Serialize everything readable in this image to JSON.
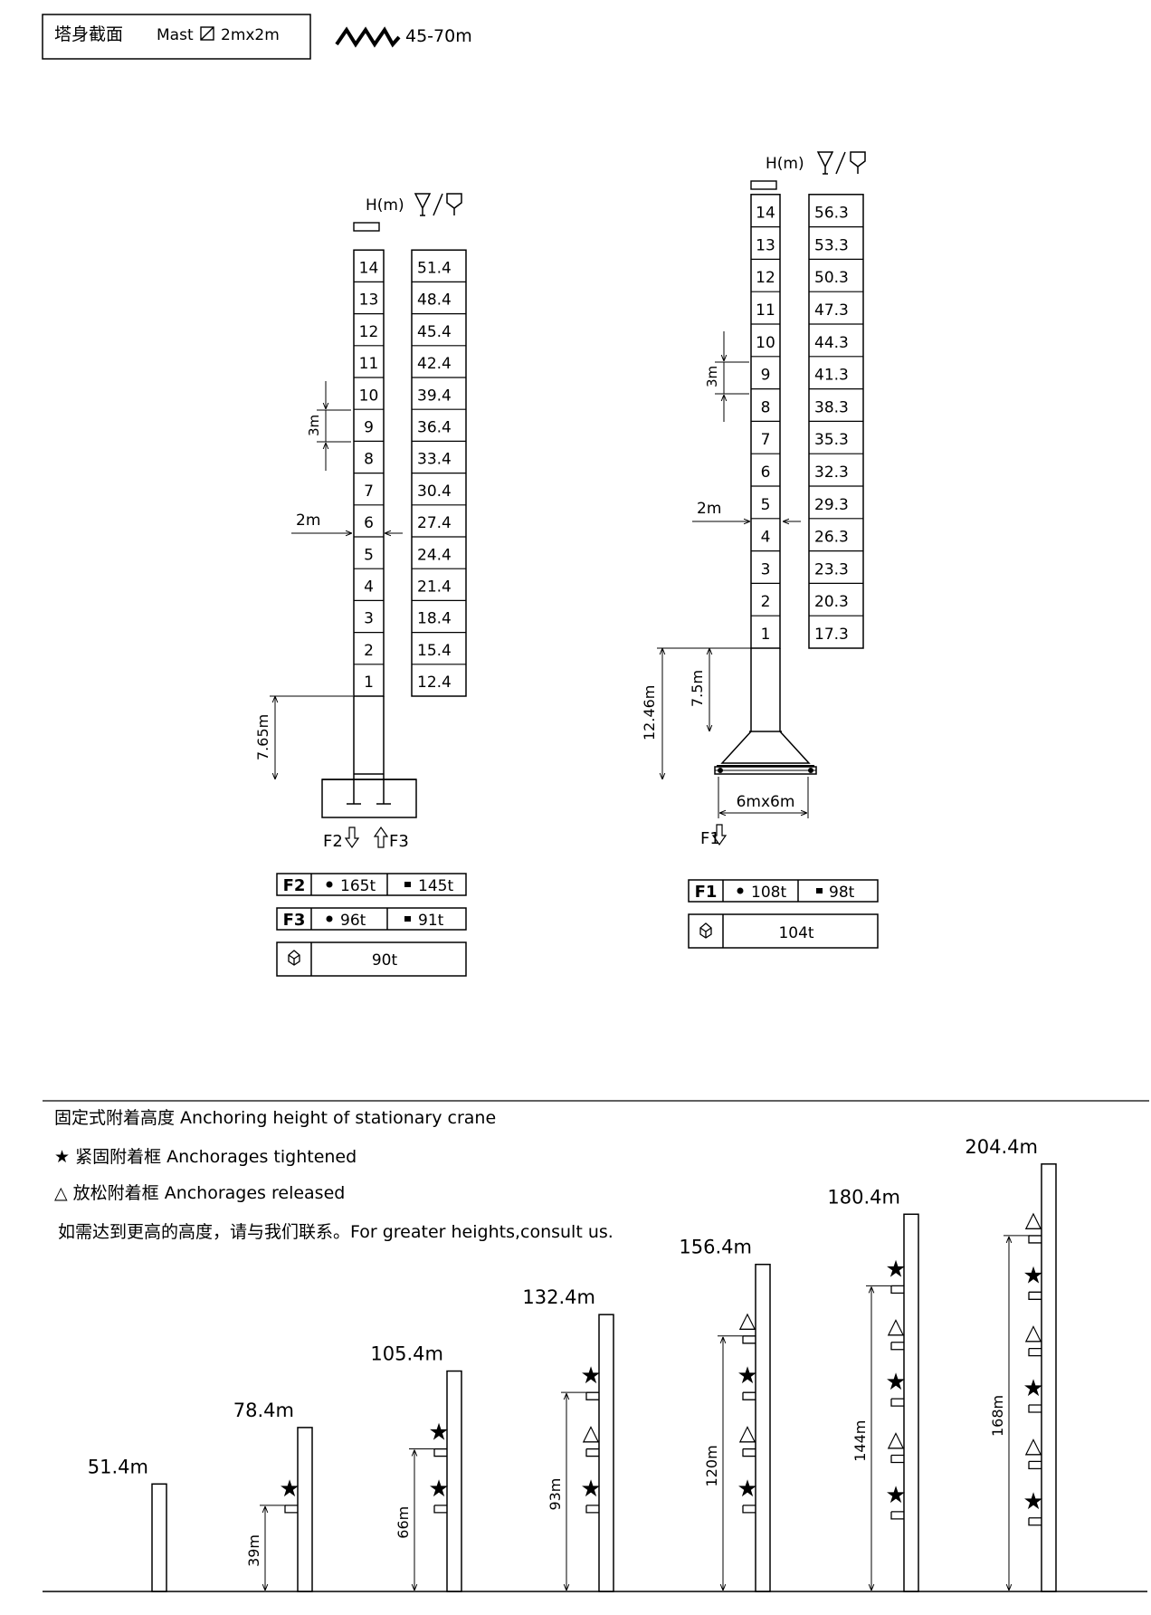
{
  "header": {
    "section_title_cn": "塔身截面",
    "section_title_en": "Mast",
    "mast_size": "2mx2m",
    "jib_range": "45-70m"
  },
  "left_tower": {
    "h_label": "H(m)",
    "sections": [
      "1",
      "2",
      "3",
      "4",
      "5",
      "6",
      "7",
      "8",
      "9",
      "10",
      "11",
      "12",
      "13",
      "14"
    ],
    "heights": [
      "12.4",
      "15.4",
      "18.4",
      "21.4",
      "24.4",
      "27.4",
      "30.4",
      "33.4",
      "36.4",
      "39.4",
      "42.4",
      "45.4",
      "48.4",
      "51.4"
    ],
    "dim_section": "3m",
    "dim_width": "2m",
    "dim_base": "7.65m",
    "force_left": "F2",
    "force_right": "F3",
    "table": {
      "f2_label": "F2",
      "f2_a": "165t",
      "f2_b": "145t",
      "f3_label": "F3",
      "f3_a": "96t",
      "f3_b": "91t",
      "ballast": "90t"
    }
  },
  "right_tower": {
    "h_label": "H(m)",
    "sections": [
      "1",
      "2",
      "3",
      "4",
      "5",
      "6",
      "7",
      "8",
      "9",
      "10",
      "11",
      "12",
      "13",
      "14"
    ],
    "heights": [
      "17.3",
      "20.3",
      "23.3",
      "26.3",
      "29.3",
      "32.3",
      "35.3",
      "38.3",
      "41.3",
      "44.3",
      "47.3",
      "50.3",
      "53.3",
      "56.3"
    ],
    "dim_section": "3m",
    "dim_width": "2m",
    "dim_outer": "12.46m",
    "dim_inner": "7.5m",
    "dim_base": "6mx6m",
    "force": "F1",
    "table": {
      "f1_label": "F1",
      "f1_a": "108t",
      "f1_b": "98t",
      "ballast": "104t"
    }
  },
  "anchoring": {
    "title": "固定式附着高度 Anchoring height of stationary crane",
    "legend_tightened": "★ 紧固附着框    Anchorages tightened",
    "legend_released": "△ 放松附着框    Anchorages released",
    "note": "如需达到更高的高度，请与我们联系。For greater heights,consult us.",
    "configs": [
      {
        "height": "51.4m",
        "anchor_dim": "",
        "symbols": []
      },
      {
        "height": "78.4m",
        "anchor_dim": "39m",
        "symbols": [
          "tight"
        ]
      },
      {
        "height": "105.4m",
        "anchor_dim": "66m",
        "symbols": [
          "tight",
          "tight"
        ]
      },
      {
        "height": "132.4m",
        "anchor_dim": "93m",
        "symbols": [
          "tight",
          "released",
          "tight"
        ]
      },
      {
        "height": "156.4m",
        "anchor_dim": "120m",
        "symbols": [
          "released",
          "tight",
          "released",
          "tight"
        ]
      },
      {
        "height": "180.4m",
        "anchor_dim": "144m",
        "symbols": [
          "tight",
          "released",
          "tight",
          "released",
          "tight"
        ]
      },
      {
        "height": "204.4m",
        "anchor_dim": "168m",
        "symbols": [
          "released",
          "tight",
          "released",
          "tight",
          "released",
          "tight"
        ]
      }
    ]
  }
}
